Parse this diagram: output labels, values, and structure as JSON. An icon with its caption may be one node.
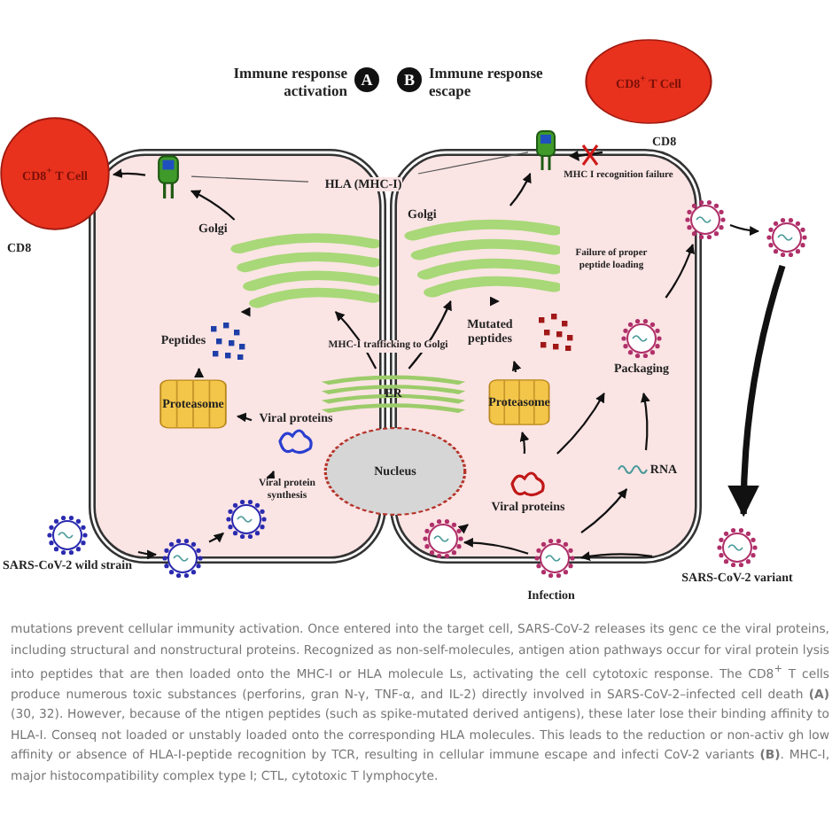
{
  "diagram": {
    "caption": "mutations prevent cellular immunity activation. Once entered into the target cell, SARS-CoV-2 releases its genc ce the viral proteins, including structural and nonstructural proteins. Recognized as non-self-molecules, antigen ation pathways occur for viral protein lysis into peptides that are then loaded onto the MHC-I or HLA molecule Ls, activating the cell cytotoxic response. The CD8$^{+}$ T cells produce numerous toxic substances (perforins, gran N-γ, TNF-α, and IL-2) directly involved in SARS-CoV-2–infected cell death **(A)** (30, 32). However, because of the ntigen peptides (such as spike-mutated derived antigens), these later lose their binding affinity to HLA-I. Conseq not loaded or unstably loaded onto the corresponding HLA molecules. This leads to the reduction or non-activ gh low affinity or absence of HLA-I-peptide recognition by TCR, resulting in cellular immune escape and infecti CoV-2 variants **(B)**. MHC-I, major histocompatibility complex type I; CTL, cytotoxic T lymphocyte.",
    "nodes": [
      {
        "text": [
          "CD8$^{+}$ T Cell"
        ]
      },
      {
        "text": [
          "CD8$^{+}$ T Cell"
        ]
      },
      {
        "text": [
          "HLA (MHC-I)"
        ]
      },
      {
        "text": [],
        "shape": "picture"
      },
      {
        "text": [],
        "shape": "picture"
      },
      {
        "text": [
          "Golgi"
        ]
      },
      {
        "text": [
          "Golgi"
        ]
      },
      {
        "text": [
          "Peptides"
        ]
      },
      {
        "text": [
          "Proteasome"
        ]
      },
      {
        "text": [
          "Viral proteins"
        ]
      },
      {
        "text": [
          "ER"
        ]
      },
      {
        "text": [
          "Nucleus"
        ]
      },
      {
        "text": [
          "Mutated peptides"
        ]
      },
      {
        "text": [
          "Proteasome"
        ]
      },
      {
        "text": [
          "Viral proteins"
        ]
      },
      {
        "text": [
          "RNA"
        ]
      },
      {
        "text": [
          "Packaging"
        ]
      },
      {
        "text": [],
        "shape": "picture"
      },
      {
        "text": [],
        "shape": "picture"
      },
      {
        "text": [
          "SARS-CoV-2 variant"
        ]
      },
      {
        "text": [],
        "shape": "picture"
      },
      {
        "text": [],
        "shape": "picture"
      },
      {
        "text": [
          "SARS-CoV-2 wild strain"
        ]
      },
      {
        "text": [],
        "shape": "picture"
      },
      {
        "text": [],
        "shape": "picture"
      }
    ],
    "edges": [
      {
        "from": 22,
        "to": 23,
        "arrow": "to"
      },
      {
        "from": 23,
        "to": 24,
        "arrow": "to"
      },
      {
        "from": 24,
        "to": 9,
        "arrow": "to",
        "style": "dashed"
      },
      {
        "from": 9,
        "to": 8,
        "arrow": "to"
      },
      {
        "from": 8,
        "to": 7,
        "arrow": "to"
      },
      {
        "from": 7,
        "to": 5,
        "arrow": "to"
      },
      {
        "from": 5,
        "to": 3,
        "arrow": "to"
      },
      {
        "from": 3,
        "to": 0,
        "arrow": "to"
      },
      {
        "from": 10,
        "to": 5,
        "arrow": "to"
      },
      {
        "from": 10,
        "to": 6,
        "arrow": "to"
      },
      {
        "from": 2,
        "to": 3,
        "arrow": "none"
      },
      {
        "from": 2,
        "to": 4,
        "arrow": "none"
      },
      {
        "from": 19,
        "to": 20,
        "arrow": "to"
      },
      {
        "from": 20,
        "to": 21,
        "arrow": "to"
      },
      {
        "from": 20,
        "to": 15,
        "arrow": "to"
      },
      {
        "from": 21,
        "to": 14,
        "arrow": "to",
        "style": "dashed"
      },
      {
        "from": 15,
        "to": 16,
        "arrow": "to"
      },
      {
        "from": 14,
        "to": 16,
        "arrow": "to"
      },
      {
        "from": 14,
        "to": 13,
        "arrow": "to"
      },
      {
        "from": 13,
        "to": 12,
        "arrow": "to"
      },
      {
        "from": 12,
        "to": 6,
        "arrow": "to"
      },
      {
        "from": 6,
        "to": 4,
        "arrow": "to"
      },
      {
        "from": 16,
        "to": 17,
        "arrow": "to"
      },
      {
        "from": 17,
        "to": 18,
        "arrow": "to"
      },
      {
        "from": 18,
        "to": 19,
        "arrow": "to",
        "style": "thick"
      }
    ],
    "labels": [
      "Immune response activation",
      "A",
      "B",
      "Immune response escape",
      "CD8",
      "CD8",
      "MHC I recognition failure",
      "Failure of proper peptide loading",
      "MHC-I trafficking to Golgi",
      "Viral protein synthesis",
      "Infection"
    ]
  }
}
